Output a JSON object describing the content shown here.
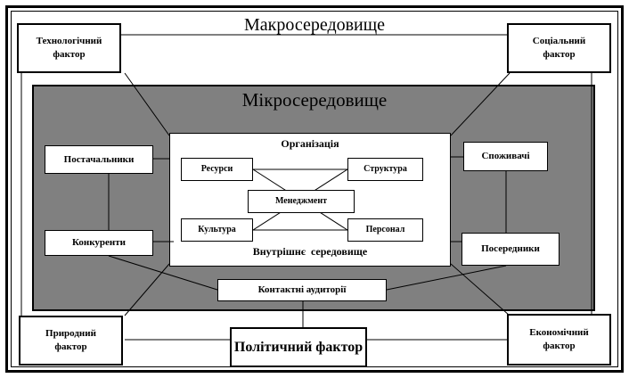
{
  "macro": {
    "title": "Макросередовище"
  },
  "micro": {
    "title": "Мікросередовище"
  },
  "organization": {
    "title": "Організація",
    "subtitle": "Внутрішнє  середовище",
    "elements": {
      "resources": "Ресурси",
      "structure": "Структура",
      "management": "Менеджмент",
      "culture": "Культура",
      "personnel": "Персонал"
    }
  },
  "micro_actors": {
    "suppliers": "Постачальники",
    "competitors": "Конкуренти",
    "consumers": "Споживачі",
    "intermediaries": "Посередники",
    "audiences": "Контактні аудиторії"
  },
  "macro_factors": {
    "technological": "Технологічний фактор",
    "social": "Соціальний фактор",
    "natural": "Природний фактор",
    "political": "Політичний фактор",
    "economic": "Економічний фактор"
  }
}
